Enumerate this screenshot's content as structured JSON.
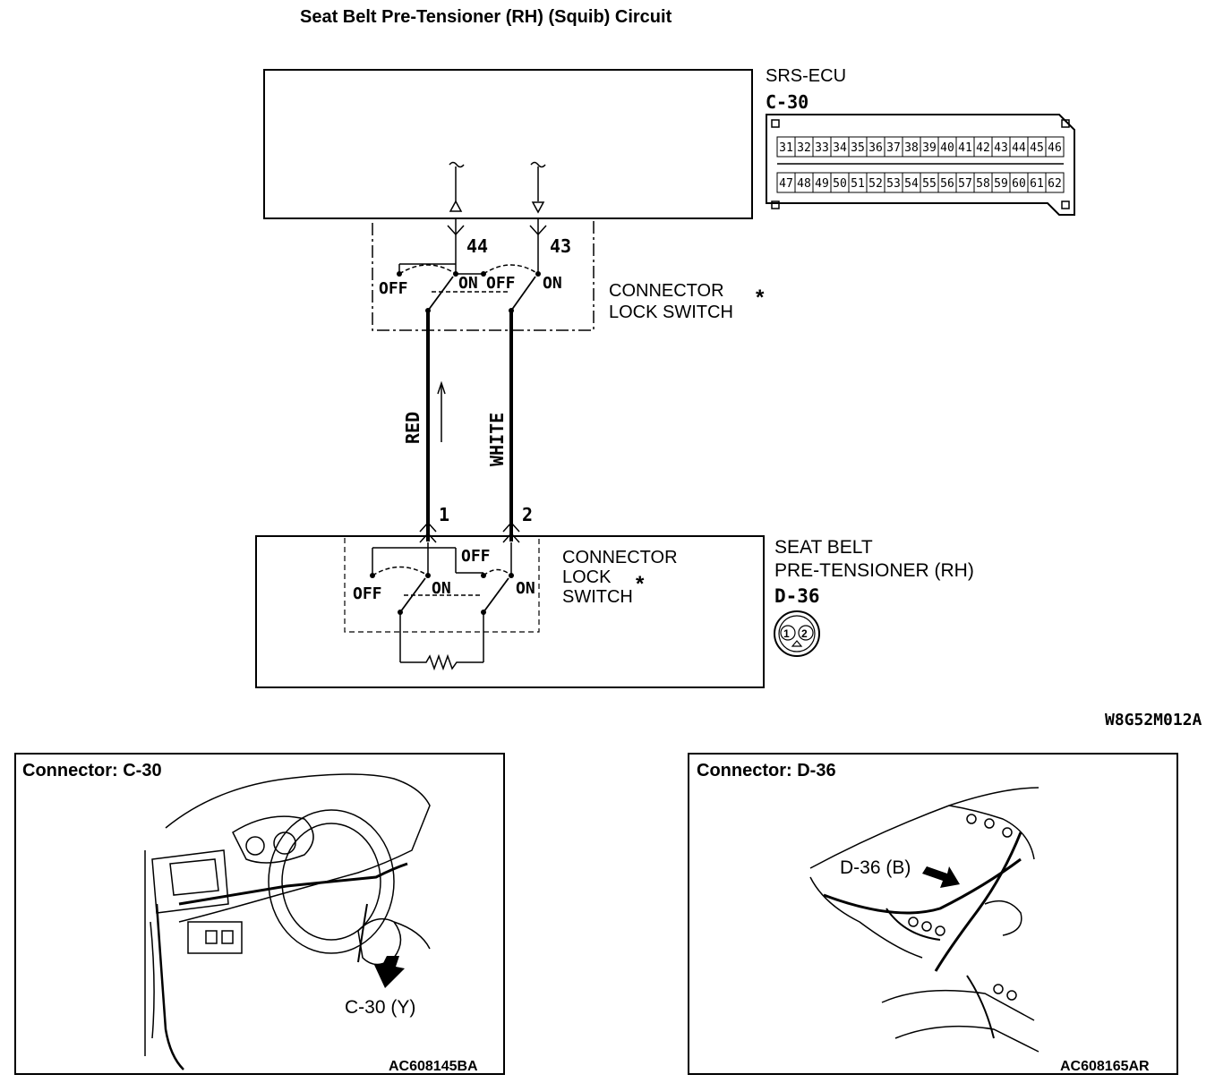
{
  "title": "Seat Belt Pre-Tensioner (RH) (Squib) Circuit",
  "ecu": {
    "name": "SRS-ECU",
    "connector_id": "C-30",
    "pins_row1": [
      "31",
      "32",
      "33",
      "34",
      "35",
      "36",
      "37",
      "38",
      "39",
      "40",
      "41",
      "42",
      "43",
      "44",
      "45",
      "46"
    ],
    "pins_row2": [
      "47",
      "48",
      "49",
      "50",
      "51",
      "52",
      "53",
      "54",
      "55",
      "56",
      "57",
      "58",
      "59",
      "60",
      "61",
      "62"
    ]
  },
  "ecu_terminals": {
    "left": "44",
    "right": "43"
  },
  "lock_switch_upper": {
    "label_line1": "CONNECTOR",
    "label_line2": "LOCK SWITCH",
    "asterisk": "*",
    "off_left": "OFF",
    "on_left": "ON",
    "off_right": "OFF",
    "on_right": "ON"
  },
  "wires": {
    "left": "RED",
    "right": "WHITE"
  },
  "pretensioner_terminals": {
    "left": "1",
    "right": "2"
  },
  "lock_switch_lower": {
    "label_line1": "CONNECTOR",
    "label_line2": "LOCK",
    "label_line3": "SWITCH",
    "asterisk": "*",
    "off_left": "OFF",
    "on_left": "ON",
    "off_right": "OFF",
    "on_right": "ON"
  },
  "pretensioner": {
    "name_line1": "SEAT BELT",
    "name_line2": "PRE-TENSIONER (RH)",
    "connector_id": "D-36",
    "pin1": "1",
    "pin2": "2"
  },
  "diagram_code": "W8G52M012A",
  "panel_left": {
    "title": "Connector: C-30",
    "callout": "C-30 (Y)",
    "code": "AC608145BA"
  },
  "panel_right": {
    "title": "Connector: D-36",
    "callout": "D-36 (B)",
    "code": "AC608165AR"
  }
}
